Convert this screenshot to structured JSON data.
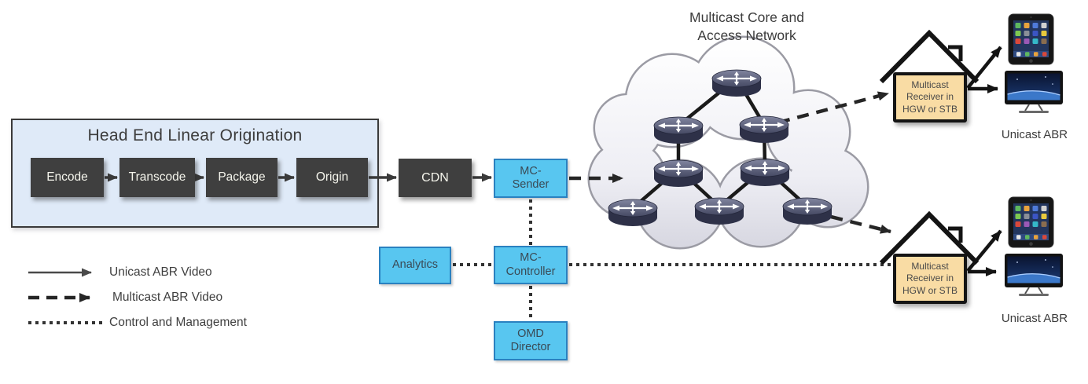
{
  "colors": {
    "headend_fill": "#dfeaf8",
    "headend_border": "#3a3a3a",
    "process_box": "#3f3f3f",
    "process_text": "#f5f5ec",
    "blue_fill": "#58c6f0",
    "blue_border": "#2a81c0",
    "blue_text": "#3a4a55",
    "tan_fill": "#f9dca4",
    "tan_border": "#141414",
    "label_text": "#3c3c3c",
    "line_solid": "#3a3a3a",
    "line_dash": "#262626",
    "line_dot": "#333333",
    "house_line": "#141414",
    "cloud_stroke": "#9b9ba4",
    "router_body": "#2e3148",
    "legend_solid": "#4a4a4a"
  },
  "headend": {
    "title": "Head End Linear Origination",
    "stages": [
      "Encode",
      "Transcode",
      "Package",
      "Origin"
    ]
  },
  "cdn": {
    "label": "CDN"
  },
  "mc_sender": {
    "label": "MC-\nSender"
  },
  "analytics": {
    "label": "Analytics"
  },
  "mc_controller": {
    "label": "MC-\nController"
  },
  "omd_director": {
    "label": "OMD\nDirector"
  },
  "cloud": {
    "label": "Multicast Core and\nAccess Network"
  },
  "houses": [
    {
      "receiver_label": "Multicast\nReceiver in\nHGW or STB",
      "device_label": "Unicast ABR"
    },
    {
      "receiver_label": "Multicast\nReceiver in\nHGW or STB",
      "device_label": "Unicast ABR"
    }
  ],
  "legend": {
    "items": [
      {
        "label": "Unicast ABR Video"
      },
      {
        "label": "Multicast ABR Video"
      },
      {
        "label": "Control and Management"
      }
    ]
  }
}
